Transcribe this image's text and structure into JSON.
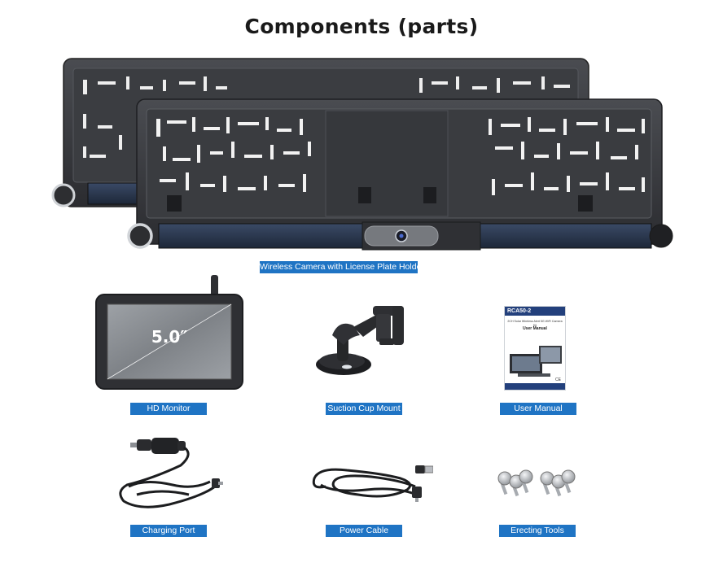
{
  "title": "Components (parts)",
  "monitor_screen_text": "5.0″",
  "manual": {
    "model": "RCA50-2",
    "subtitle": "2CH Solar Wireless Alert 5G WiFi Camera Kit",
    "heading": "User Manual",
    "mark": "CE"
  },
  "labels": {
    "plate": "Wireless Camera with License Plate Holder",
    "monitor": "HD Monitor",
    "mount": "Suction Cup Mount",
    "manual": "User Manual",
    "charging": "Charging Port",
    "power": "Power Cable",
    "tools": "Erecting Tools"
  },
  "colors": {
    "label_bg": "#1f74c4",
    "label_text": "#ffffff",
    "plate_body": "#3a3c40"
  }
}
